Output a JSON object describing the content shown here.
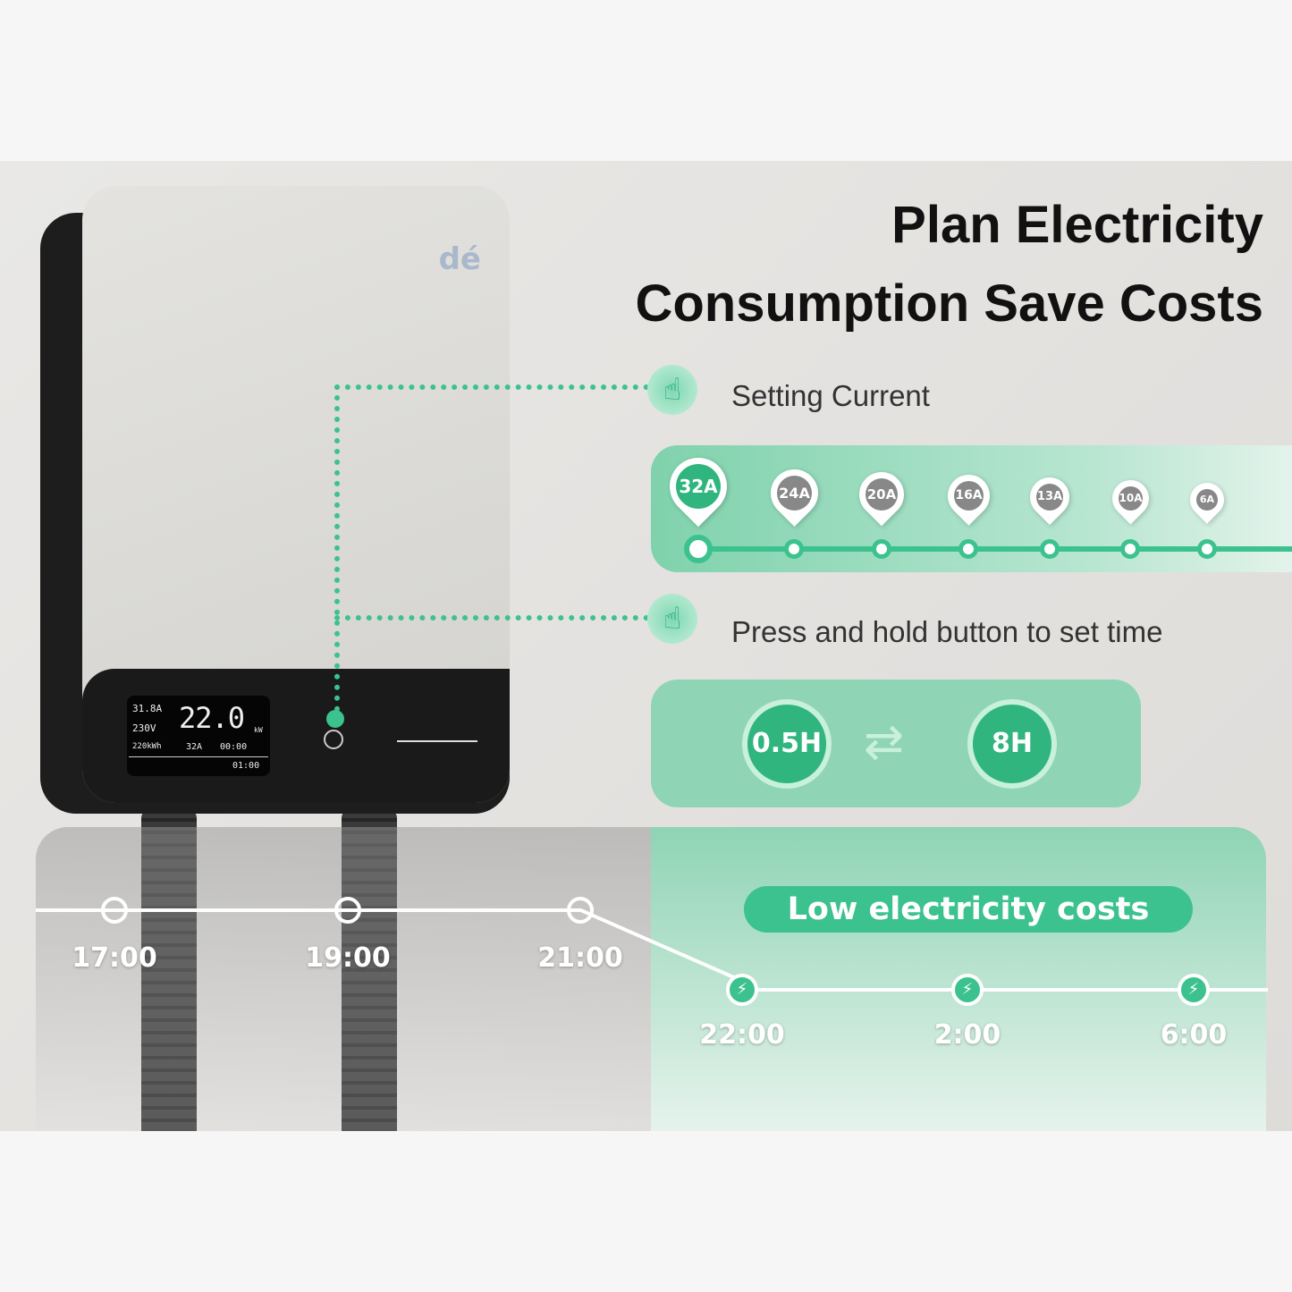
{
  "title": {
    "line1": "Plan Electricity",
    "line2": "Consumption Save Costs"
  },
  "brand_logo": "dé",
  "lcd": {
    "current": "31.8A",
    "voltage": "230V",
    "energy": "220kWh",
    "power": "22.0",
    "power_unit": "kW",
    "set_current": "32A",
    "timer": "00:00",
    "clock": "01:00"
  },
  "setting_current": {
    "label": "Setting Current",
    "options": [
      "32A",
      "24A",
      "20A",
      "16A",
      "13A",
      "10A",
      "6A"
    ],
    "selected": "32A"
  },
  "timer": {
    "label": "Press and hold button to set time",
    "min": "0.5H",
    "max": "8H"
  },
  "timeline": {
    "peak_times": [
      "17:00",
      "19:00",
      "21:00"
    ],
    "low_label": "Low electricity costs",
    "low_times": [
      "22:00",
      "2:00",
      "6:00"
    ]
  },
  "colors": {
    "accent": "#3cc28e",
    "selected_pin": "#2fb57d",
    "unselected_pin": "#888888"
  }
}
